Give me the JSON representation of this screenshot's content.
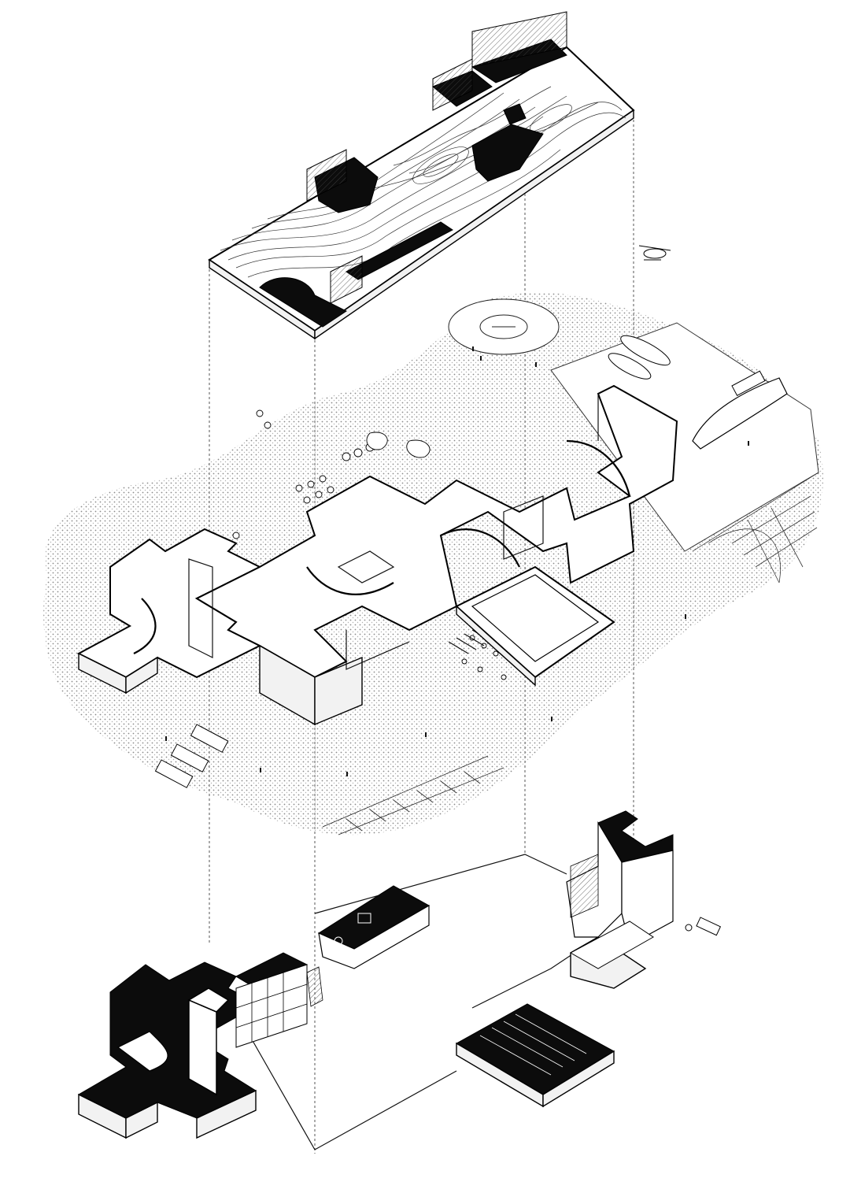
{
  "diagram": {
    "kind": "exploded-axonometric",
    "layers": [
      "roof-landscape",
      "ground-site",
      "underground-level"
    ],
    "colors": {
      "ink": "#000000",
      "paper": "#ffffff",
      "hatch": "#9a9a9a"
    },
    "icons": [
      "helicopter-icon",
      "boat-icon",
      "bus-icon",
      "car-icon",
      "tree-icon"
    ]
  }
}
